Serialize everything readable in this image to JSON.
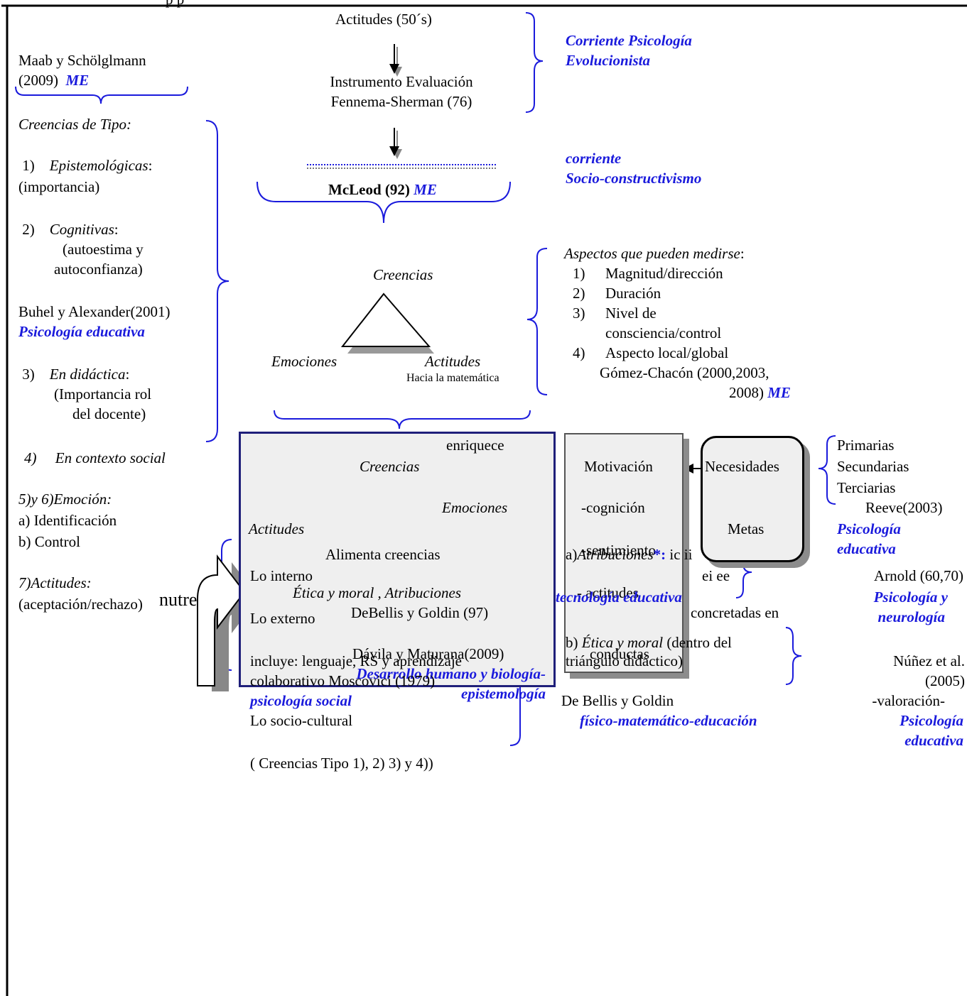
{
  "top": {
    "header_fragment": "p                        p",
    "actitudes_50s": "Actitudes (50´s)",
    "instrumento_l1": "Instrumento Evaluación",
    "instrumento_l2": "Fennema-Sherman (76)",
    "corriente_evol_l1": "Corriente Psicología",
    "corriente_evol_l2": "Evolucionista",
    "corriente_socio_l1": "corriente",
    "corriente_socio_l2": "Socio-constructivismo",
    "mcleod": "McLeod (92)",
    "mcleod_tag": "ME"
  },
  "left": {
    "maab_l1": "Maab y Schölglmann",
    "maab_l2": "(2009)",
    "maab_tag": "ME",
    "creencias_tipo": "Creencias de Tipo:",
    "t1_num": "1)",
    "t1_label": "Epistemológicas",
    "t1_colon": ":",
    "t1_desc": "(importancia)",
    "t2_num": "2)",
    "t2_label": "Cognitivas",
    "t2_colon": ":",
    "t2_desc_l1": "(autoestima y",
    "t2_desc_l2": "autoconfianza)",
    "buhel": "Buhel y Alexander(2001)",
    "buhel_tag": "Psicología educativa",
    "t3_num": "3)",
    "t3_label": "En didáctica",
    "t3_colon": ":",
    "t3_desc_l1": "(Importancia rol",
    "t3_desc_l2": "del docente)",
    "t4": "4)     En contexto social",
    "t56": "5)y 6)Emoción:",
    "t56_a": "a) Identificación",
    "t56_b": "b) Control",
    "t7": "7)Actitudes:",
    "t7_desc": "(aceptación/rechazo)"
  },
  "triangle": {
    "top": "Creencias",
    "left": "Emociones",
    "right": "Actitudes",
    "right_sub": "Hacia la  matemática"
  },
  "aspects": {
    "title": "Aspectos que pueden medirse",
    "colon": ":",
    "items": [
      {
        "num": "1)",
        "label": "Magnitud/dirección"
      },
      {
        "num": "2)",
        "label": "Duración"
      },
      {
        "num": "3)",
        "label": "Nivel de"
      },
      {
        "num": "",
        "label": "consciencia/control"
      },
      {
        "num": "4)",
        "label": "Aspecto local/global"
      }
    ],
    "gomez_l1": "Gómez-Chacón (2000,2003,",
    "gomez_l2": "2008)",
    "gomez_tag": "ME"
  },
  "main_box": {
    "enriquece": "enriquece",
    "creencias": "Creencias",
    "emociones": "Emociones",
    "actitudes": "Actitudes",
    "etica": "Ética y moral , Atribuciones",
    "debellis": "DeBellis y Goldin (97)",
    "davila": "Dávila y Maturana(2009)",
    "tag_l1": "Desarrollo humano y biología-",
    "tag_l2": "epistemología"
  },
  "motivation": {
    "title": "Motivación",
    "cognicion": "-cognición",
    "sentimiento": "-sentimiento",
    "actitudes": "- actitudes",
    "conductas": "conductas",
    "concretadas": "concretadas en"
  },
  "needs": {
    "necesidades": "Necesidades",
    "metas": "Metas",
    "list": [
      "Primarias",
      "Secundarias",
      "Terciarias"
    ],
    "reeve": "Reeve(2003)",
    "tag_l1": "Psicología",
    "tag_l2": "educativa"
  },
  "bottom": {
    "nutre": "nutre",
    "alimenta": "Alimenta creencias",
    "interno": "Lo interno",
    "externo": "Lo externo",
    "incluye_l1": "incluye: lenguaje, RS y aprendizaje",
    "incluye_l2": "colaborativo Moscovici (1979)",
    "psic_social": "psicología social",
    "socio": "Lo socio-cultural",
    "creencias_tipo": "( Creencias Tipo 1), 2) 3) y 4))",
    "atrib_prefix": "a)",
    "atrib_label": "Atribuciones",
    "atrib_star": "*:",
    "atrib_codes1": "ic ii",
    "atrib_codes2": "ei ee",
    "tec_edu": "tecnología educativa",
    "arnold": "Arnold (60,70)",
    "arnold_tag_l1": "Psicología y",
    "arnold_tag_l2": "neurología",
    "etica_prefix": "b)",
    "etica_label": "Ética y moral",
    "etica_rest": "(dentro del",
    "etica_l2": "triángulo didáctico)",
    "nunez_l1": "Núñez et al.",
    "nunez_l2": "(2005)",
    "valoracion": "-valoración-",
    "psic_edu_l1": "Psicología",
    "psic_edu_l2": "educativa",
    "debellis": "De Bellis y Goldin",
    "fisico": "físico-matemático-educación"
  },
  "colors": {
    "accent": "#1a1adc",
    "box_fill": "#efefef",
    "box_border": "#1f1f7a",
    "pyramid": "#f2b6c8"
  }
}
